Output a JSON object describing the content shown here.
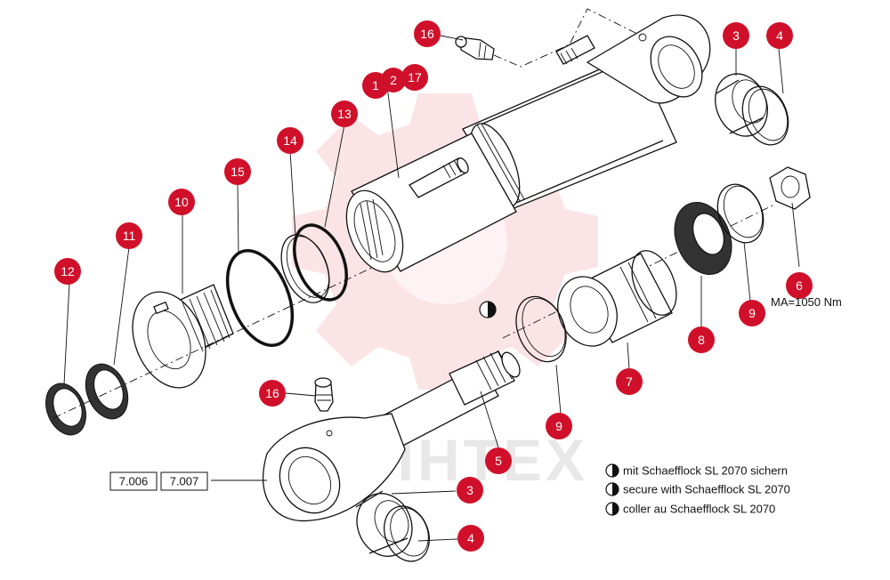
{
  "callouts": [
    {
      "id": "c1",
      "label": "1"
    },
    {
      "id": "c2",
      "label": "2"
    },
    {
      "id": "c17",
      "label": "17"
    },
    {
      "id": "c3a",
      "label": "3"
    },
    {
      "id": "c4a",
      "label": "4"
    },
    {
      "id": "c16a",
      "label": "16"
    },
    {
      "id": "c13",
      "label": "13"
    },
    {
      "id": "c14",
      "label": "14"
    },
    {
      "id": "c15",
      "label": "15"
    },
    {
      "id": "c10",
      "label": "10"
    },
    {
      "id": "c11",
      "label": "11"
    },
    {
      "id": "c12",
      "label": "12"
    },
    {
      "id": "c6",
      "label": "6"
    },
    {
      "id": "c9a",
      "label": "9"
    },
    {
      "id": "c8",
      "label": "8"
    },
    {
      "id": "c7",
      "label": "7"
    },
    {
      "id": "c9b",
      "label": "9"
    },
    {
      "id": "c5",
      "label": "5"
    },
    {
      "id": "c16b",
      "label": "16"
    },
    {
      "id": "c3b",
      "label": "3"
    },
    {
      "id": "c4b",
      "label": "4"
    }
  ],
  "torque_label": "MA=1050 Nm",
  "reference_boxes": [
    "7.006",
    "7.007"
  ],
  "legend": [
    "mit Schaefflock SL 2070 sichern",
    "secure with Schaefflock SL 2070",
    "coller au Schaefflock SL 2070"
  ],
  "watermark_text": "DIHTEX",
  "colors": {
    "callout": "#d0102a",
    "line": "#111111",
    "watermark": "#e03040"
  }
}
